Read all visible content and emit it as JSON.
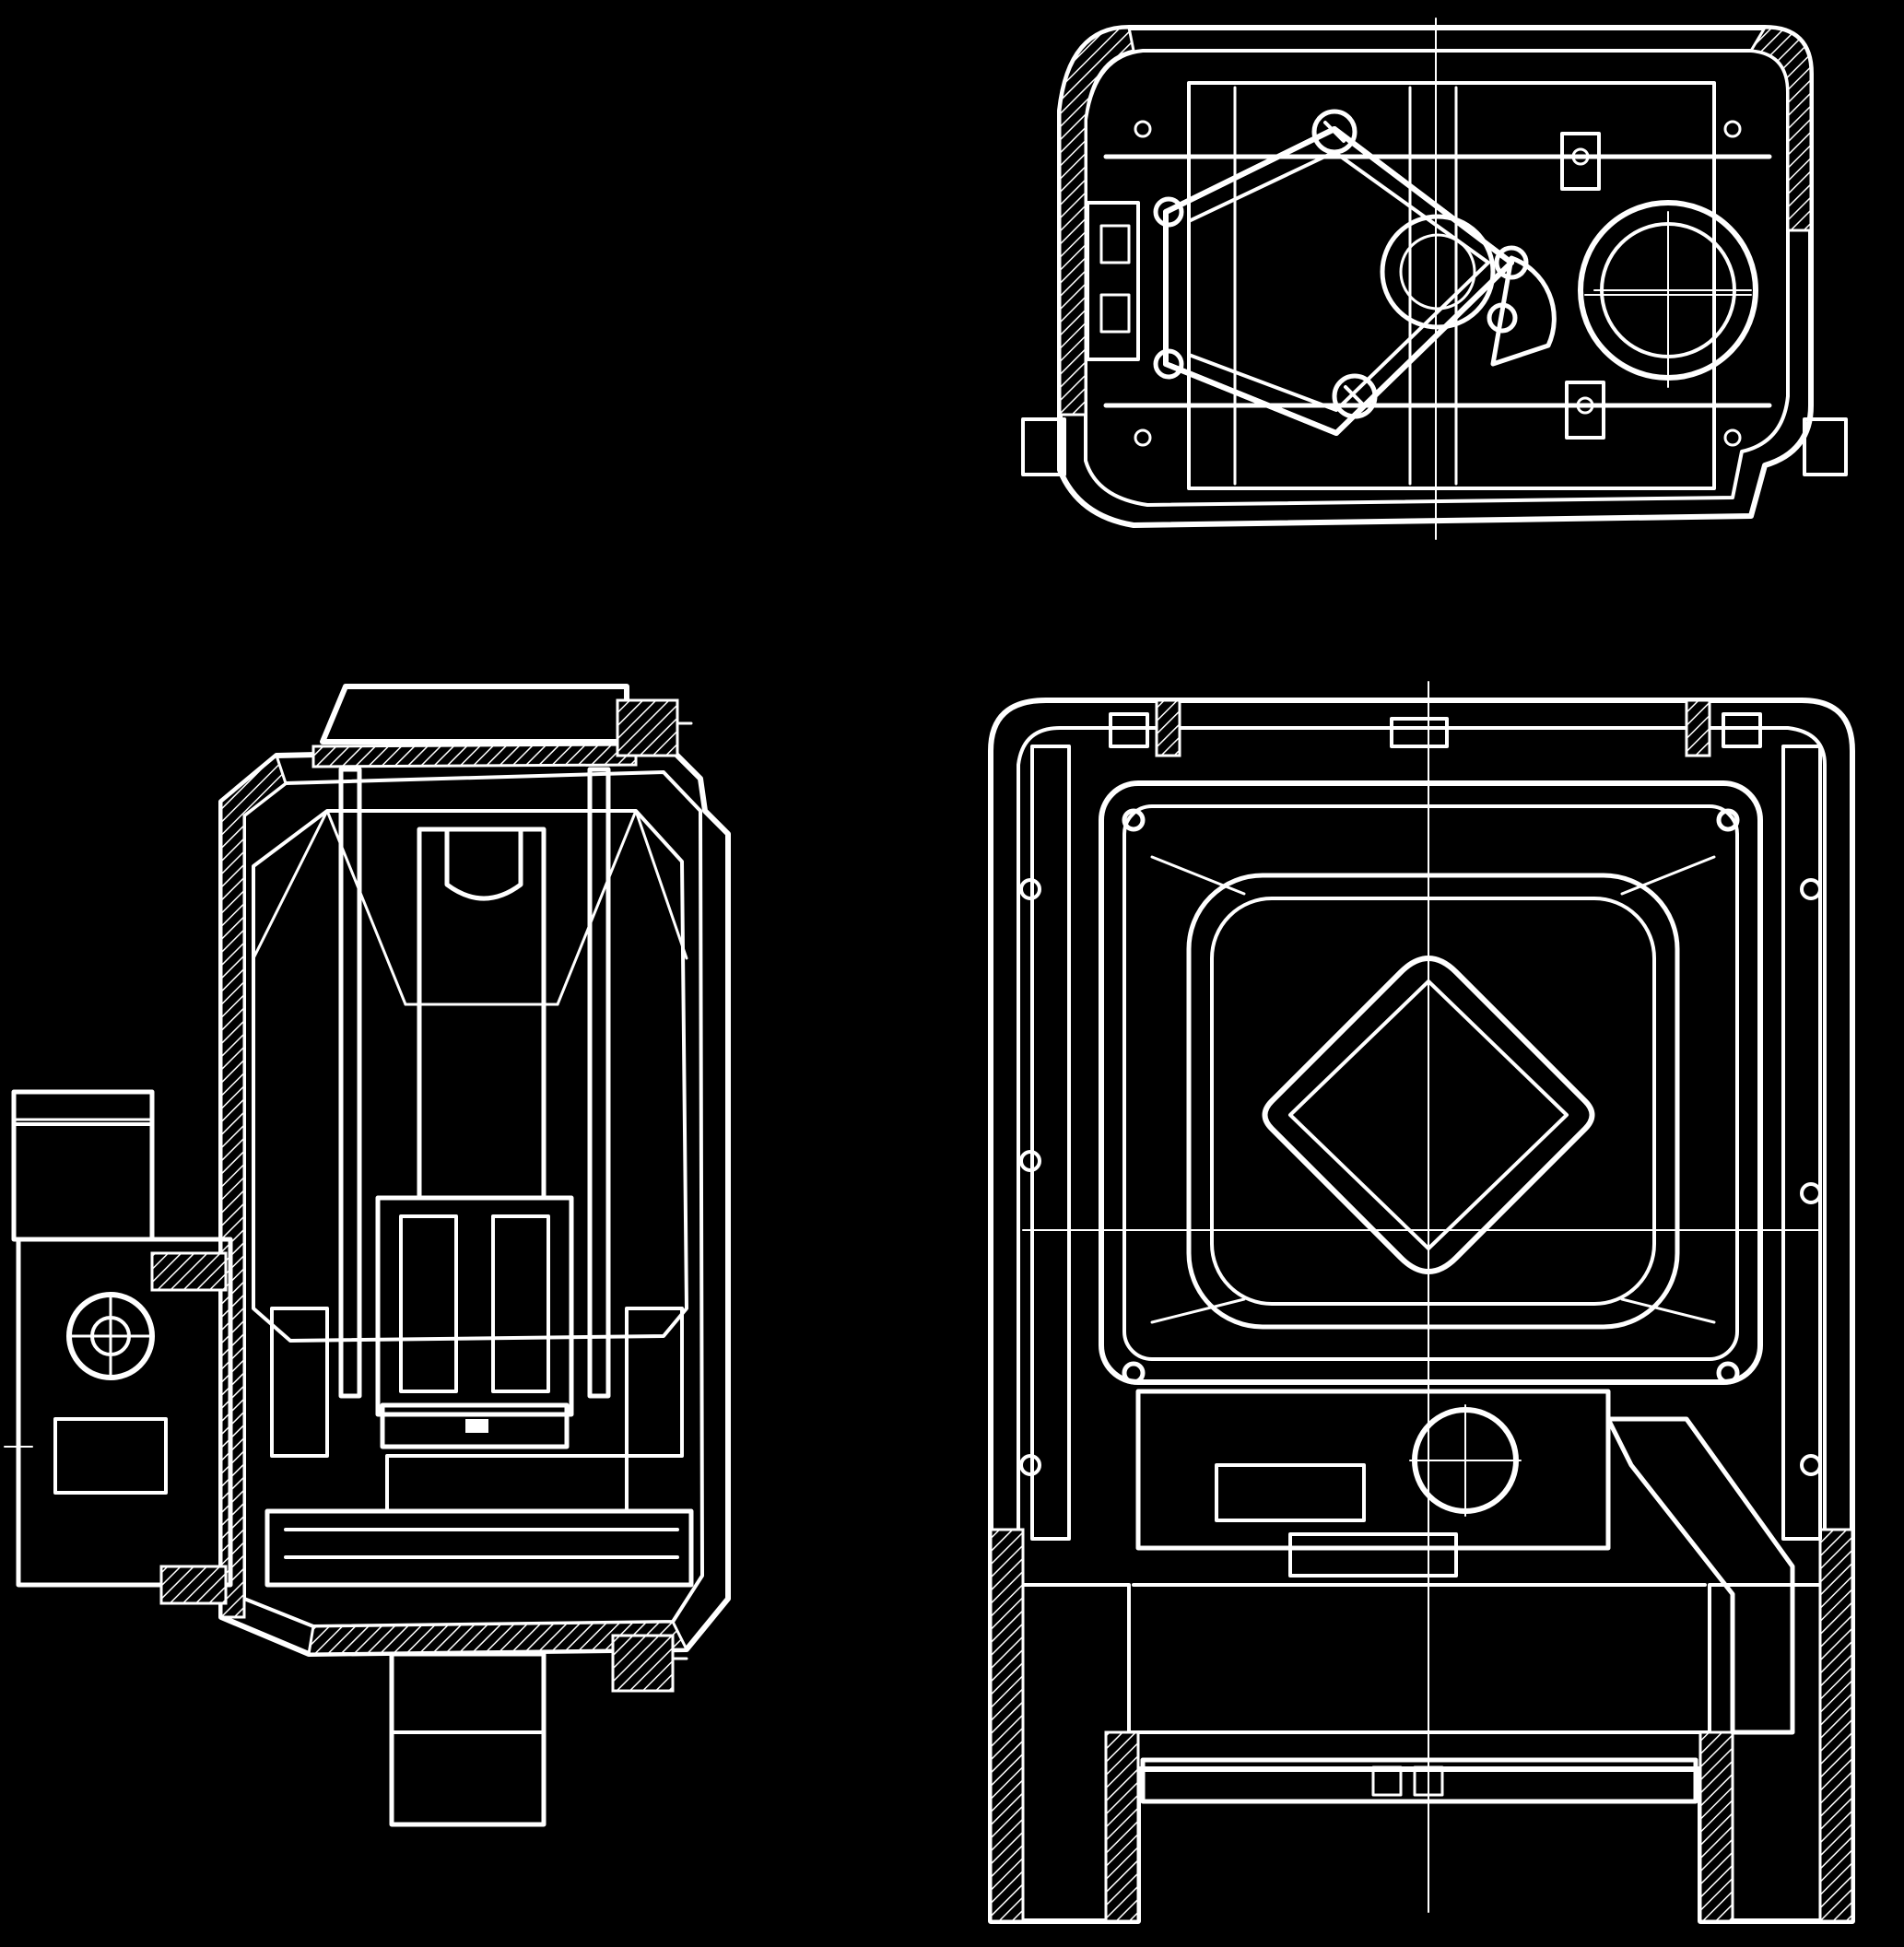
{
  "figure": {
    "background": "#000000",
    "line_color": "#ffffff",
    "style": "white-on-black engineering section drawing",
    "views": [
      {
        "id": "top-view",
        "description_visible": false
      },
      {
        "id": "side-section-view",
        "description_visible": false
      },
      {
        "id": "front-section-view",
        "description_visible": false
      }
    ]
  }
}
